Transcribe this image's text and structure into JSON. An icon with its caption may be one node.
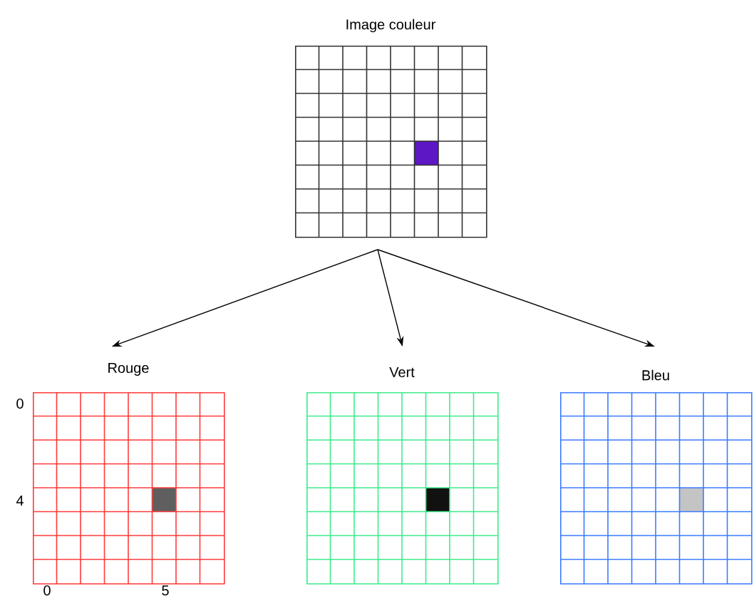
{
  "diagram": {
    "nodes": [
      {
        "text": [
          "Image couleur"
        ]
      },
      {
        "text": [
          "Rouge"
        ]
      },
      {
        "text": [
          "Vert"
        ]
      },
      {
        "text": [
          "Bleu"
        ]
      }
    ],
    "edges": [
      {
        "from": 0,
        "to": 1,
        "arrow": "to"
      },
      {
        "from": 0,
        "to": 2,
        "arrow": "to"
      },
      {
        "from": 0,
        "to": 3,
        "arrow": "to"
      }
    ],
    "labels": [
      "0",
      "4",
      "0",
      "5"
    ]
  }
}
